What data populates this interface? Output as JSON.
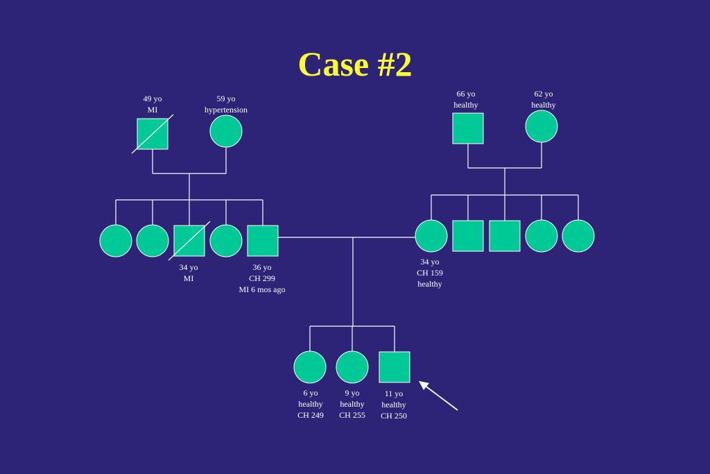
{
  "title": "Case #2",
  "colors": {
    "background": "#2d2478",
    "title": "#ffff33",
    "symbol_fill": "#00c896",
    "line": "#ffffff",
    "text": "#ffffff"
  },
  "pedigree": {
    "paternal_grandfather": {
      "sex": "male",
      "deceased": true,
      "label": [
        "49 yo",
        "MI"
      ]
    },
    "paternal_grandmother": {
      "sex": "female",
      "deceased": false,
      "label": [
        "59 yo",
        "hypertension"
      ]
    },
    "maternal_grandfather": {
      "sex": "male",
      "deceased": false,
      "label": [
        "66 yo",
        "healthy"
      ]
    },
    "maternal_grandmother": {
      "sex": "female",
      "deceased": false,
      "label": [
        "62 yo",
        "healthy"
      ]
    },
    "father_siblings": [
      {
        "sex": "female",
        "deceased": false
      },
      {
        "sex": "female",
        "deceased": false
      },
      {
        "sex": "male",
        "deceased": true,
        "label": [
          "34 yo",
          "MI"
        ]
      },
      {
        "sex": "female",
        "deceased": false
      },
      {
        "sex": "male",
        "deceased": false,
        "label": [
          "36 yo",
          "CH 299",
          "MI 6 mos ago"
        ],
        "role": "father"
      }
    ],
    "mother_siblings": [
      {
        "sex": "female",
        "deceased": false,
        "label": [
          "34 yo",
          "CH 159",
          "healthy"
        ],
        "role": "mother"
      },
      {
        "sex": "male",
        "deceased": false
      },
      {
        "sex": "male",
        "deceased": false
      },
      {
        "sex": "female",
        "deceased": false
      },
      {
        "sex": "female",
        "deceased": false
      }
    ],
    "children": [
      {
        "sex": "female",
        "deceased": false,
        "label": [
          "6 yo",
          "healthy",
          "CH 249"
        ]
      },
      {
        "sex": "female",
        "deceased": false,
        "label": [
          "9 yo",
          "healthy",
          "CH 255"
        ]
      },
      {
        "sex": "male",
        "deceased": false,
        "label": [
          "11 yo",
          "healthy",
          "CH 250"
        ],
        "proband": true
      }
    ]
  }
}
